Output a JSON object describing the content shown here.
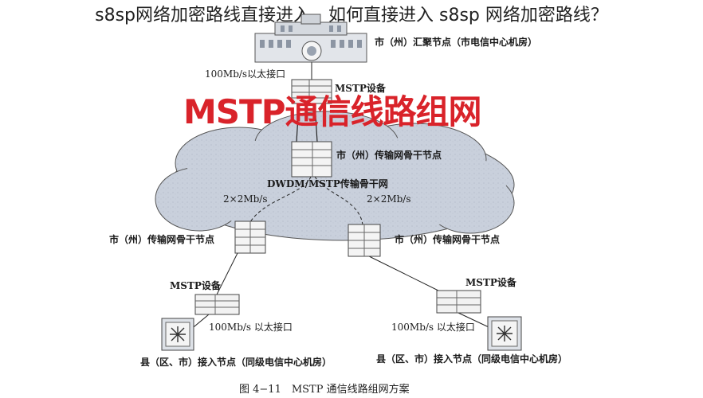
{
  "header": {
    "title": "s8sp网络加密路线直接进入、如何直接进入 s8sp 网络加密路线？"
  },
  "banner": {
    "text": "MSTP通信线路组网"
  },
  "labels": {
    "top_node": "市（州）汇聚节点（市电信中心机房）",
    "top_eth": "100Mb/s以太接口",
    "top_mstp": "MSTP设备",
    "backbone_node": "市（州）传输网骨干节点",
    "dwdm": "DWDM/MSTP传输骨干网",
    "link_left": "2×2Mb/s",
    "link_right": "2×2Mb/s",
    "left_node": "市（州）传输网骨干节点",
    "right_node": "市（州）传输网骨干节点",
    "left_mstp": "MSTP设备",
    "right_mstp": "MSTP设备",
    "left_eth": "100Mb/s 以太接口",
    "right_eth": "100Mb/s 以太接口",
    "left_access": "县（区、市）接入节点（同级电信中心机房）",
    "right_access": "县（区、市）接入节点（同级电信中心机房）"
  },
  "caption": "图 4−11　MSTP 通信线路组网方案",
  "colors": {
    "banner": "#d9232a",
    "cloud": "#c9d0dc"
  }
}
